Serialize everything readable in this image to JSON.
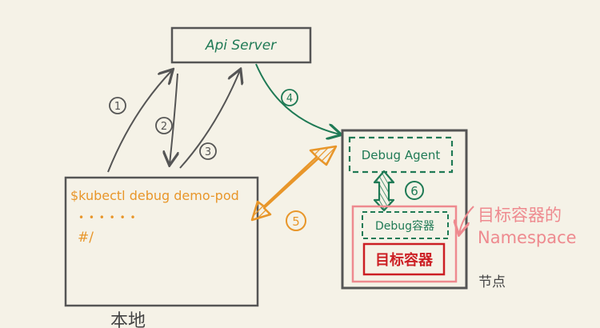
{
  "api_server": {
    "label": "Api Server"
  },
  "steps": {
    "s1": "1",
    "s2": "2",
    "s3": "3",
    "s4": "4",
    "s5": "5",
    "s6": "6"
  },
  "local": {
    "command": "$kubectl  debug  demo-pod",
    "dots": "• • • • • •",
    "prompt": "#/",
    "label": "本地"
  },
  "node": {
    "debug_agent": "Debug Agent",
    "debug_container": "Debug容器",
    "target_container": "目标容器",
    "label": "节点"
  },
  "namespace_note": {
    "line1": "目标容器的",
    "line2": "Namespace"
  },
  "colors": {
    "background": "#f5f2e7",
    "outline": "#555555",
    "green": "#1f7a55",
    "orange": "#e8962a",
    "pink": "#ee8a8f",
    "red": "#cc1f24"
  }
}
